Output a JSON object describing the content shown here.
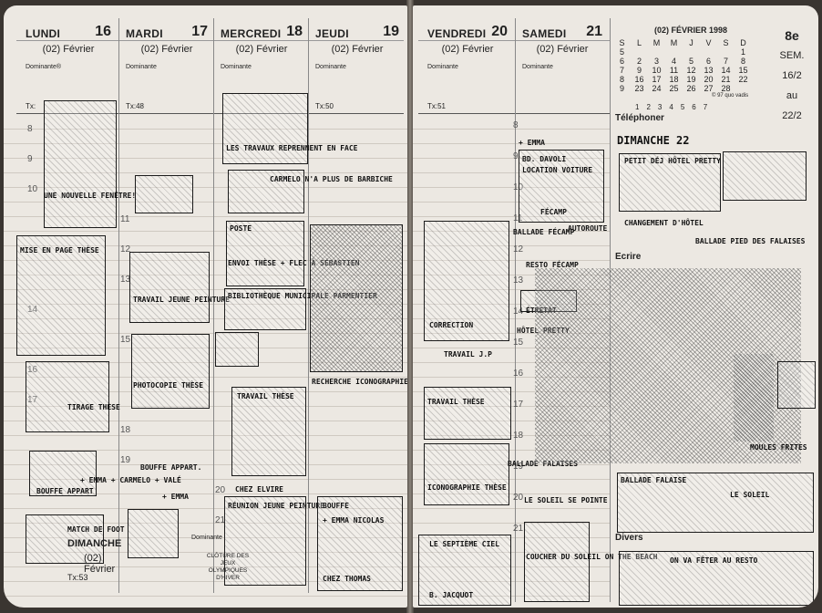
{
  "left_page": {
    "days": [
      {
        "name": "LUNDI",
        "num": "16",
        "month": "(02) Février",
        "dominante": "Dominante®",
        "tx": "Tx:"
      },
      {
        "name": "MARDI",
        "num": "17",
        "month": "(02) Février",
        "dominante": "Dominante",
        "tx": "Tx:48"
      },
      {
        "name": "MERCREDI",
        "num": "18",
        "month": "(02) Février",
        "dominante": "Dominante",
        "tx": ""
      },
      {
        "name": "JEUDI",
        "num": "19",
        "month": "(02) Février",
        "dominante": "Dominante",
        "tx": "Tx:50"
      }
    ],
    "hours": [
      "8",
      "9",
      "10",
      "11",
      "12",
      "13",
      "14",
      "15",
      "16",
      "17",
      "18",
      "19",
      "20",
      "21"
    ],
    "sunday_box": {
      "name": "DIMANCHE",
      "month": "(02) Février",
      "tx": "Tx:53",
      "dominante": "Dominante",
      "footer": "CLÔTURE DES JEUX OLYMPIQUES D'HIVER"
    },
    "notes": [
      "UNE NOUVELLE FENÊTRE!",
      "LES TRAVAUX REPRENNENT EN FACE",
      "CARMELO N'A PLUS DE BARBICHE",
      "POSTE",
      "ENVOI THÈSE + FLEC À SÉBASTIEN",
      "MISE EN PAGE THÈSE",
      "TRAVAIL JEUNE PEINTURE",
      "BIBLIOTHÈQUE MUNICIPALE PARMENTIER",
      "PHOTOCOPIE THÈSE",
      "TIRAGE THÈSE",
      "RECHERCHE ICONOGRAPHIE THÈSE",
      "TRAVAIL THÈSE",
      "BOUFFE APPART",
      "BOUFFE APPART.",
      "+ EMMA + CARMELO + VALÉ",
      "+ EMMA",
      "CHEZ ELVIRE",
      "RÉUNION JEUNE PEINTURE",
      "BOUFFE",
      "+ EMMA NICOLAS",
      "CHEZ THOMAS",
      "MATCH DE FOOT"
    ]
  },
  "right_page": {
    "days": [
      {
        "name": "VENDREDI",
        "num": "20",
        "month": "(02) Février",
        "dominante": "Dominante",
        "tx": "Tx:51"
      },
      {
        "name": "SAMEDI",
        "num": "21",
        "month": "(02) Février",
        "dominante": "Dominante",
        "tx": ""
      }
    ],
    "hours": [
      "8",
      "9",
      "10",
      "11",
      "12",
      "13",
      "14",
      "15",
      "16",
      "17",
      "18",
      "19",
      "20",
      "21"
    ],
    "calendar": {
      "title": "(02) FÉVRIER 1998",
      "headers": [
        "S",
        "L",
        "M",
        "M",
        "J",
        "V",
        "S",
        "D"
      ],
      "rows": [
        [
          "5",
          "",
          "",
          "",
          "",
          "",
          "",
          "1"
        ],
        [
          "6",
          "2",
          "3",
          "4",
          "5",
          "6",
          "7",
          "8"
        ],
        [
          "7",
          "9",
          "10",
          "11",
          "12",
          "13",
          "14",
          "15"
        ],
        [
          "8",
          "16",
          "17",
          "18",
          "19",
          "20",
          "21",
          "22"
        ],
        [
          "9",
          "23",
          "24",
          "25",
          "26",
          "27",
          "28",
          ""
        ]
      ],
      "brand": "© 97 quo vadis",
      "dots": [
        "1",
        "2",
        "3",
        "4",
        "5",
        "6",
        "7"
      ]
    },
    "week": {
      "num": "8e",
      "label": "SEM.",
      "from": "16/2",
      "to": "au",
      "end": "22/2"
    },
    "sections": {
      "telephoner": "Téléphoner",
      "ecrire": "Ecrire",
      "divers": "Divers"
    },
    "notes": [
      "+ EMMA",
      "BD. DAVOLI",
      "LOCATION VOITURE",
      "FÉCAMP",
      "BALLADE FÉCAMP",
      "AUTOROUTE",
      "RESTO FÉCAMP",
      "ÉTRETAT",
      "CORRECTION",
      "HÔTEL PRETTY",
      "TRAVAIL J.P",
      "TRAVAIL THÈSE",
      "ICONOGRAPHIE THÈSE",
      "BALLADE FALAISES",
      "LE SOLEIL SE POINTE",
      "LE SEPTIÈME CIEL",
      "B. JACQUOT",
      "DIMANCHE 22",
      "PETIT DÉJ HÔTEL PRETTY",
      "CHANGEMENT D'HÔTEL",
      "BALLADE PIED DES FALAISES",
      "MOULES FRITES",
      "BALLADE FALAISE",
      "LE SOLEIL",
      "COUCHER DU SOLEIL ON THE BEACH",
      "ON VA FÊTER AU RESTO"
    ]
  }
}
